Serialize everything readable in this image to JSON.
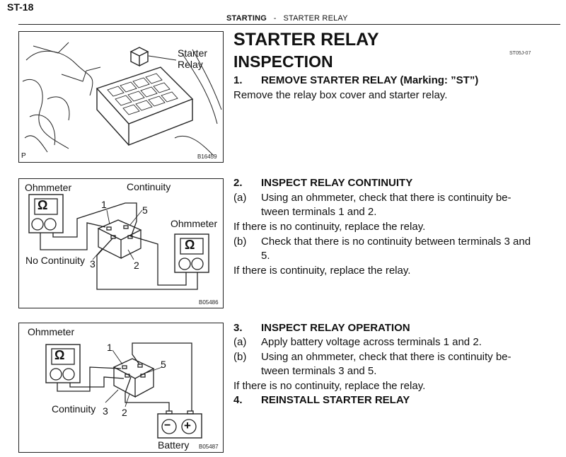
{
  "page": {
    "number": "ST-18",
    "section": "STARTING",
    "separator": "-",
    "subsection": "STARTER RELAY"
  },
  "title": {
    "line1": "STARTER RELAY",
    "line2": "INSPECTION",
    "code": "ST05J-07"
  },
  "steps": [
    {
      "num": "1.",
      "heading": "REMOVE STARTER RELAY (Marking: ”ST”)",
      "text": "Remove the relay box cover and starter relay."
    },
    {
      "num": "2.",
      "heading": "INSPECT RELAY CONTINUITY",
      "a_label": "(a)",
      "a_line1": "Using an ohmmeter, check that there is continuity be-",
      "a_line2": "tween terminals 1 and 2.",
      "note1": "If there is no continuity, replace the relay.",
      "b_label": "(b)",
      "b_line1": "Check that there is no continuity between terminals 3 and",
      "b_line2": "5.",
      "note2": "If there is continuity, replace the relay."
    },
    {
      "num": "3.",
      "heading": "INSPECT RELAY OPERATION",
      "a_label": "(a)",
      "a_text": "Apply battery voltage across terminals 1 and 2.",
      "b_label": "(b)",
      "b_line1": "Using an ohmmeter, check that there is continuity be-",
      "b_line2": "tween terminals 3 and 5.",
      "note": "If there is no continuity, replace the relay."
    },
    {
      "num": "4.",
      "heading": "REINSTALL STARTER RELAY"
    }
  ],
  "figures": {
    "fig1": {
      "label_starter": "Starter",
      "label_relay": "Relay",
      "corner": "P",
      "code": "B16459"
    },
    "fig2": {
      "ohmmeter_left": "Ohmmeter",
      "continuity": "Continuity",
      "ohmmeter_right": "Ohmmeter",
      "no_continuity": "No Continuity",
      "t1": "1",
      "t2": "2",
      "t3": "3",
      "t5": "5",
      "omega": "Ω",
      "code": "B05486"
    },
    "fig3": {
      "ohmmeter": "Ohmmeter",
      "continuity": "Continuity",
      "battery": "Battery",
      "t1": "1",
      "t2": "2",
      "t3": "3",
      "t5": "5",
      "omega": "Ω",
      "minus": "−",
      "plus": "+",
      "code": "B05487"
    }
  }
}
